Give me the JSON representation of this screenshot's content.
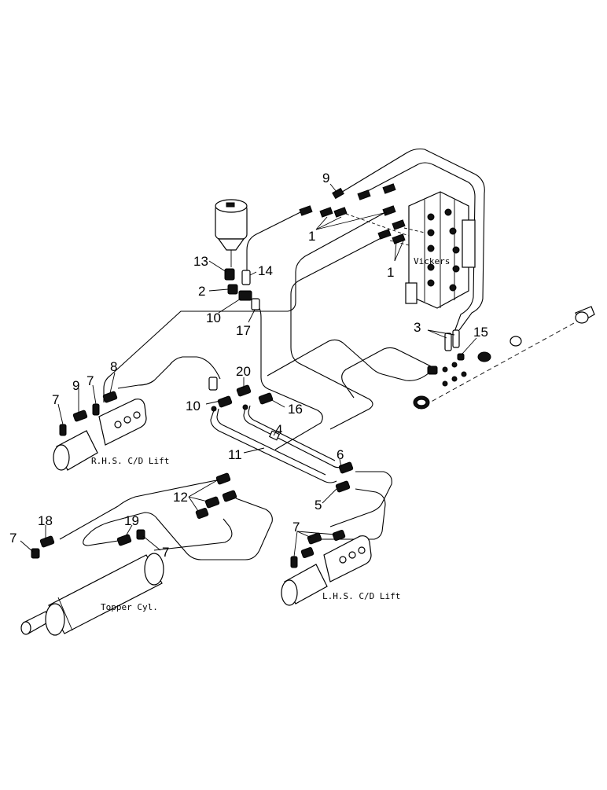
{
  "diagram": {
    "callouts": {
      "c1": "1",
      "c2": "2",
      "c3": "3",
      "c4": "4",
      "c5": "5",
      "c6": "6",
      "c7": "7",
      "c8": "8",
      "c9": "9",
      "c10": "10",
      "c11": "11",
      "c12": "12",
      "c13": "13",
      "c14": "14",
      "c15": "15",
      "c16": "16",
      "c17": "17",
      "c18": "18",
      "c19": "19",
      "c20": "20"
    },
    "labels": {
      "valve": "Vickers",
      "rhs_lift": "R.H.S. C/D Lift",
      "lhs_lift": "L.H.S. C/D Lift",
      "topper": "Topper Cyl."
    }
  }
}
